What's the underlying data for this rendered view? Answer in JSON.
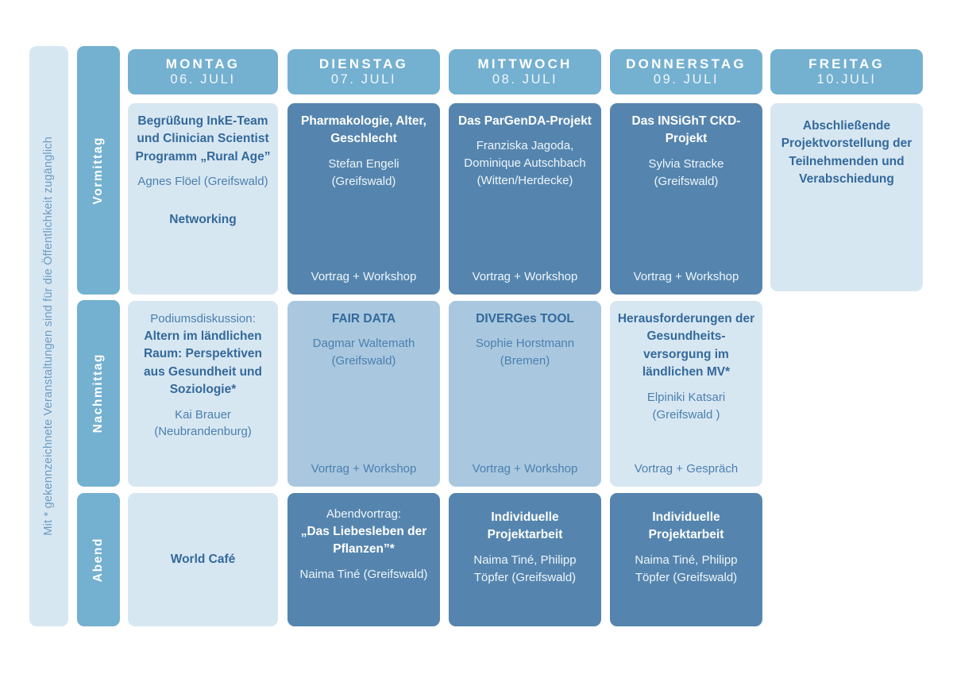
{
  "note": {
    "text": "Mit * gekennzeichnete Veranstaltungen sind für die Öffentlichkeit zugänglich"
  },
  "dayparts": [
    {
      "label": "Vormittag"
    },
    {
      "label": "Nachmittag"
    },
    {
      "label": "Abend"
    }
  ],
  "days": [
    {
      "name": "MONTAG",
      "date": "06. JULI"
    },
    {
      "name": "DIENSTAG",
      "date": "07. JULI"
    },
    {
      "name": "MITTWOCH",
      "date": "08. JULI"
    },
    {
      "name": "DONNERSTAG",
      "date": "09. JULI"
    },
    {
      "name": "FREITAG",
      "date": "10.JULI"
    }
  ],
  "morning": {
    "monday": {
      "title": "Begrüßung InkE-Team und Clinician Scientist Programm „Rural Age”",
      "person": "Agnes Flöel (Greifswald)",
      "extra": "Networking"
    },
    "tuesday": {
      "title": "Pharmakologie, Alter, Geschlecht",
      "person": "Stefan Engeli (Greifswald)",
      "format": "Vortrag + Workshop"
    },
    "wednesday": {
      "title": "Das ParGenDA-Projekt",
      "person": "Franziska Jagoda, Dominique Autschbach (Witten/Herdecke)",
      "format": "Vortrag + Workshop"
    },
    "thursday": {
      "title": "Das INSiGhT CKD-Projekt",
      "person": "Sylvia Stracke (Greifswald)",
      "format": "Vortrag + Workshop"
    },
    "friday": {
      "title": "Abschließende Projektvorstellung der Teilnehmenden und Verabschiedung"
    }
  },
  "afternoon": {
    "monday": {
      "pre": "Podiumsdiskussion:",
      "title": "Altern im ländlichen Raum: Perspektiven aus Gesundheit und Soziologie*",
      "person": "Kai Brauer (Neubrandenburg)"
    },
    "tuesday": {
      "title": "FAIR DATA",
      "person": "Dagmar Waltemath (Greifswald)",
      "format": "Vortrag + Workshop"
    },
    "wednesday": {
      "title": "DIVERGes TOOL",
      "person": "Sophie  Horstmann (Bremen)",
      "format": "Vortrag + Workshop"
    },
    "thursday": {
      "title": "Herausforderungen der Gesundheits-versorgung im ländlichen MV*",
      "person": "Elpiniki Katsari (Greifswald )",
      "format": "Vortrag + Gespräch"
    }
  },
  "evening": {
    "monday": {
      "title": "World Café"
    },
    "tuesday": {
      "pre": "Abendvortrag:",
      "title": "„Das Liebesleben der Pflanzen”*",
      "person": "Naima Tiné (Greifswald)"
    },
    "wednesday": {
      "title": "Individuelle Projektarbeit",
      "person": "Naima Tiné, Philipp Töpfer (Greifswald)"
    },
    "thursday": {
      "title": "Individuelle Projektarbeit",
      "person": "Naima Tiné, Philipp Töpfer (Greifswald)"
    }
  },
  "colors": {
    "pale_blue": "#d7e7f2",
    "medium_blue": "#a9c8df",
    "header_blue": "#74b0d0",
    "dark_blue": "#5585ae",
    "text_dark": "#34699b",
    "text_mid": "#4c7fae",
    "background": "#ffffff"
  }
}
